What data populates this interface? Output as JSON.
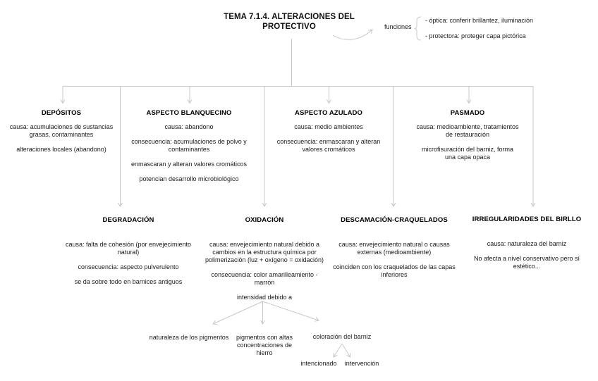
{
  "palette": {
    "background": "#ffffff",
    "line": "#c7c7ce",
    "arrow": "#b9b9c2",
    "text": "#1a1a1a"
  },
  "title": "TEMA 7.1.4. ALTERACIONES DEL PROTECTIVO",
  "funciones": {
    "label": "funciones",
    "items": [
      "- óptica: conferir brillantez, iluminación",
      "- protectora: proteger capa pictórica"
    ]
  },
  "row1": [
    {
      "title": "DEPÓSITOS",
      "lines": [
        "causa: acumulaciones de sustancias\ngrasas, contaminantes",
        "alteraciones locales (abandono)"
      ]
    },
    {
      "title": "ASPECTO BLANQUECINO",
      "lines": [
        "causa: abandono",
        "consecuencia: acumulaciones de polvo y\ncontaminantes",
        "enmascaran y alteran valores cromáticos",
        "potencian desarrollo microbiológico"
      ]
    },
    {
      "title": "ASPECTO AZULADO",
      "lines": [
        "causa: medio ambientes",
        "consecuencia: enmascaran y alteran\nvalores cromáticos"
      ]
    },
    {
      "title": "PASMADO",
      "lines": [
        "causa: medioambiente, tratamientos\nde restauración",
        "microfisuración del barniz, forma\nuna capa opaca"
      ]
    }
  ],
  "row2": [
    {
      "title": "DEGRADACIÓN",
      "lines": [
        "causa: falta de cohesión (por envejecimiento\nnatural)",
        "consecuencia: aspecto pulverulento",
        "se da sobre todo en barnices antiguos"
      ]
    },
    {
      "title": "OXIDACIÓN",
      "lines": [
        "causa: envejecimiento natural debido a\ncambios en la estructura química por\npolimerización (luz + oxígeno = oxidación)",
        "consecuencia: color amarilleamiento -\nmarrón",
        "intensidad debido a"
      ]
    },
    {
      "title": "DESCAMACIÓN-CRAQUELADOS",
      "lines": [
        "causa: envejecimiento natural o causas\nexternas (medioambiente)",
        "coinciden con los craquelados de las capas\ninferiores"
      ]
    },
    {
      "title": "IRREGULARIDADES DEL BIRLLO",
      "lines": [
        "causa: naturaleza del barniz",
        "No afecta a nivel conservativo pero sí\nestético..."
      ]
    }
  ],
  "intensity_factors": [
    "naturaleza de los pigmentos",
    "pigmentos con altas\nconcentraciones de\nhierro",
    "coloración del barniz"
  ],
  "coloracion_types": [
    "intencionado",
    "intervención"
  ]
}
